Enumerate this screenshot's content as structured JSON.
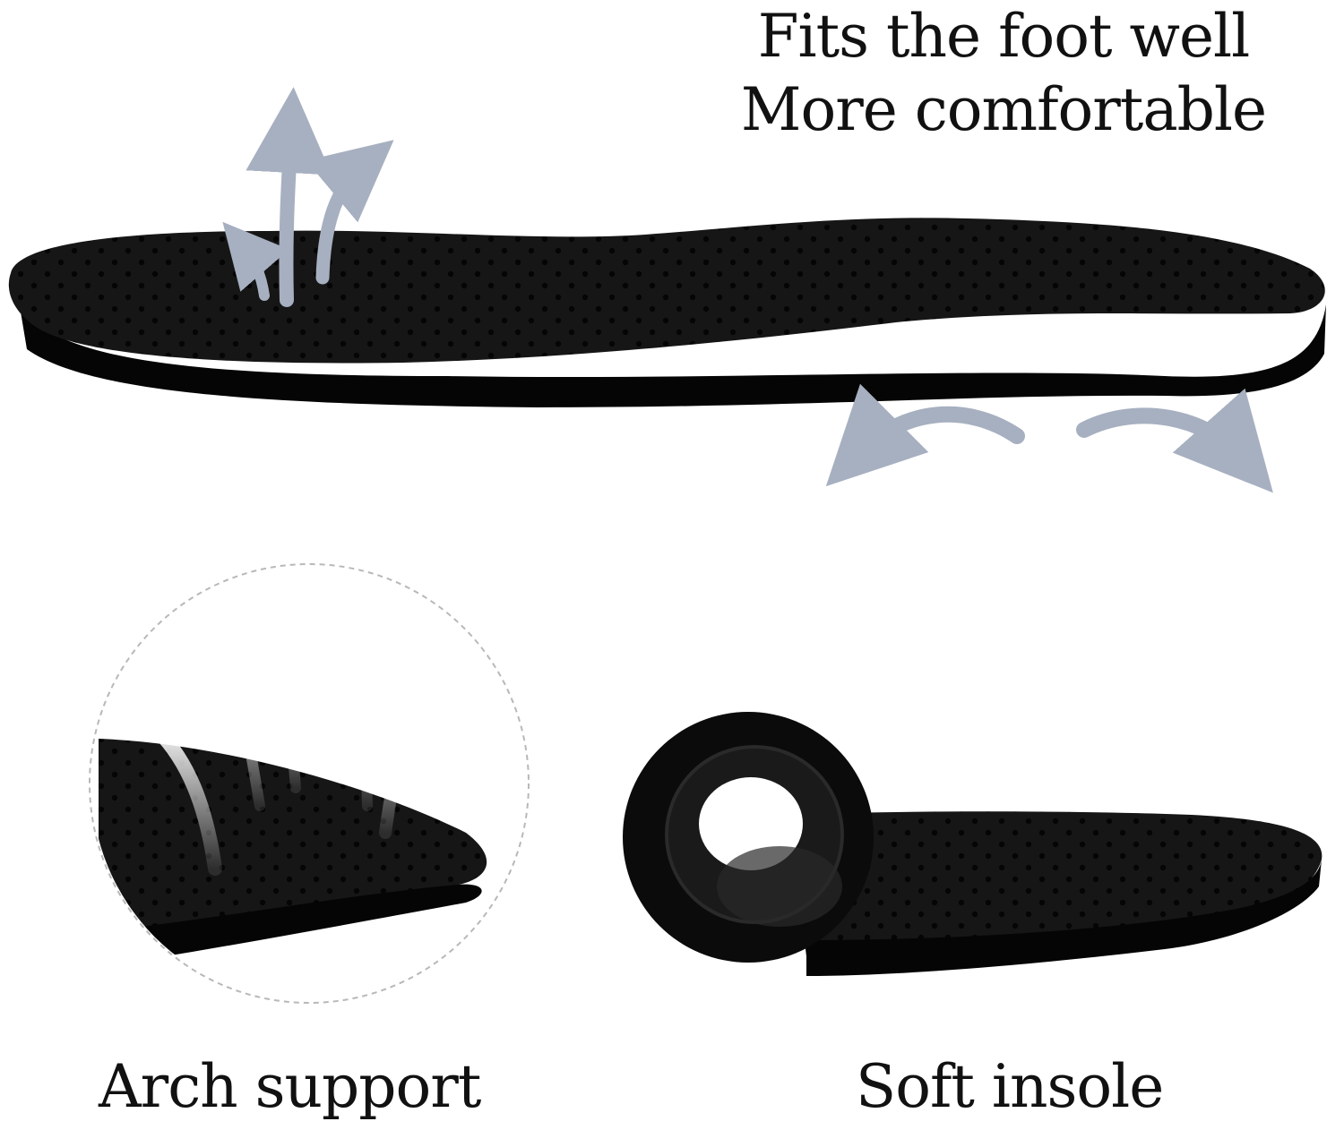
{
  "headline": {
    "line1": "Fits the foot well",
    "line2": "More comfortable"
  },
  "captions": {
    "left": "Arch support",
    "right": "Soft insole"
  },
  "colors": {
    "insole": "#141414",
    "insole_edge": "#050505",
    "arrow": "#a7b0c0",
    "text": "#111111",
    "circle_border": "#b8b8b8"
  },
  "icons": {
    "air_arrows": "curved-up-arrow-icon",
    "flex_arrows": "curved-side-arrow-icon"
  }
}
